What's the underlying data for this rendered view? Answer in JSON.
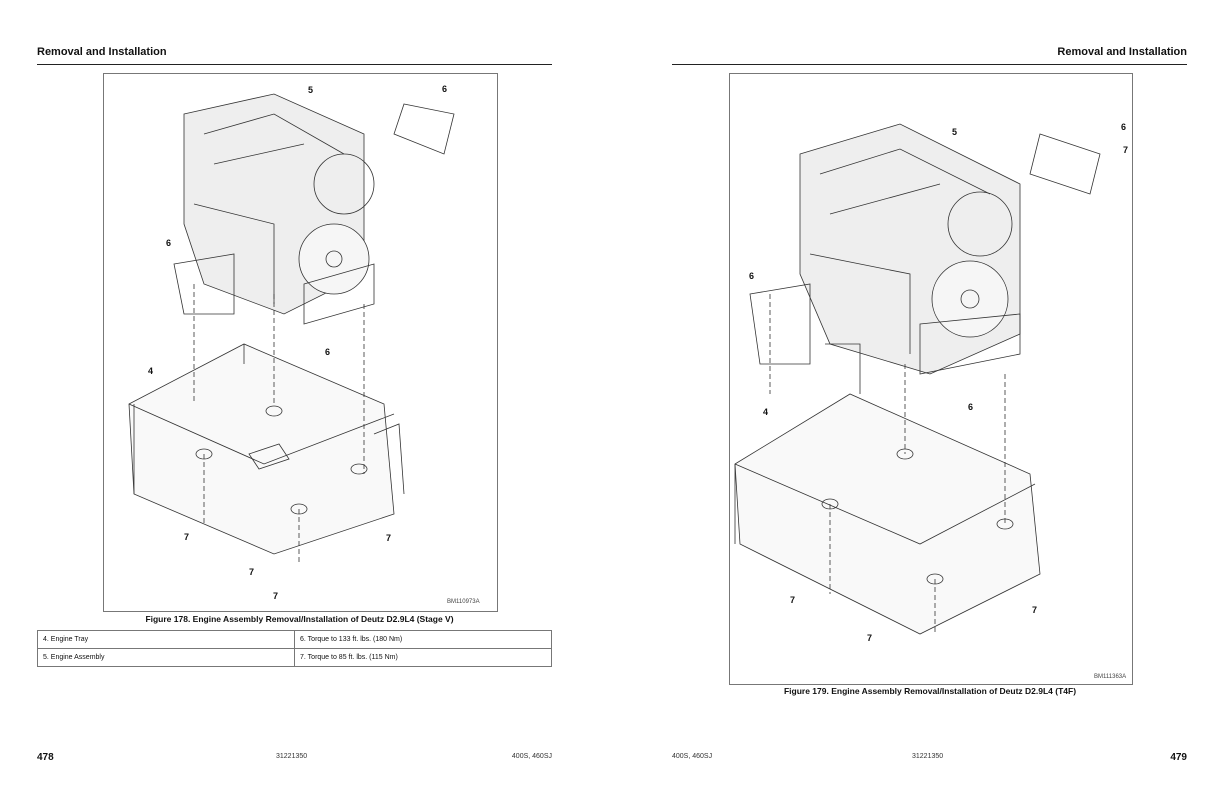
{
  "left_page": {
    "header": "Removal and Installation",
    "figure": {
      "callouts": [
        "5",
        "6",
        "6",
        "6",
        "4",
        "7",
        "7",
        "7",
        "7"
      ],
      "code": "BM110973A",
      "caption": "Figure 178. Engine Assembly Removal/Installation of Deutz D2.9L4 (Stage V)"
    },
    "legend_table": [
      [
        "4. Engine Tray",
        "6. Torque to 133 ft. lbs. (180 Nm)"
      ],
      [
        "5. Engine Assembly",
        "7. Torque to 85 ft. lbs. (115 Nm)"
      ]
    ],
    "footer": {
      "page_number": "478",
      "doc_number": "31221350",
      "models": "400S, 460SJ"
    }
  },
  "right_page": {
    "header": "Removal and Installation",
    "figure": {
      "callouts": [
        "5",
        "6",
        "7",
        "6",
        "6",
        "4",
        "7",
        "7",
        "7"
      ],
      "code": "BM111363A",
      "caption": "Figure 179. Engine Assembly Removal/Installation of Deutz D2.9L4 (T4F)"
    },
    "footer": {
      "page_number": "479",
      "doc_number": "31221350",
      "models": "400S, 460SJ"
    }
  }
}
